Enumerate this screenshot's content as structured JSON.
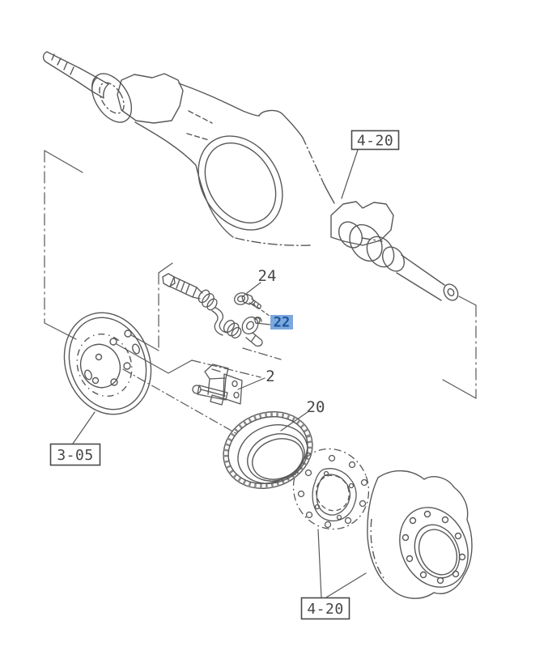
{
  "diagram": {
    "type": "exploded-parts-diagram",
    "background": "#ffffff",
    "line_color": "#585858",
    "label_color": "#474747",
    "highlight": {
      "bg": "#7da8dc",
      "text": "#1c54a0"
    },
    "callouts": {
      "ref_top": {
        "label": "4-20",
        "boxed": true,
        "highlighted": false
      },
      "part_24": {
        "label": "24",
        "boxed": false,
        "highlighted": false
      },
      "part_22": {
        "label": "22",
        "boxed": false,
        "highlighted": true
      },
      "part_2": {
        "label": "2",
        "boxed": false,
        "highlighted": false
      },
      "part_20": {
        "label": "20",
        "boxed": false,
        "highlighted": false
      },
      "ref_left": {
        "label": "3-05",
        "boxed": true,
        "highlighted": false
      },
      "ref_bottom": {
        "label": "4-20",
        "boxed": true,
        "highlighted": false
      }
    }
  }
}
